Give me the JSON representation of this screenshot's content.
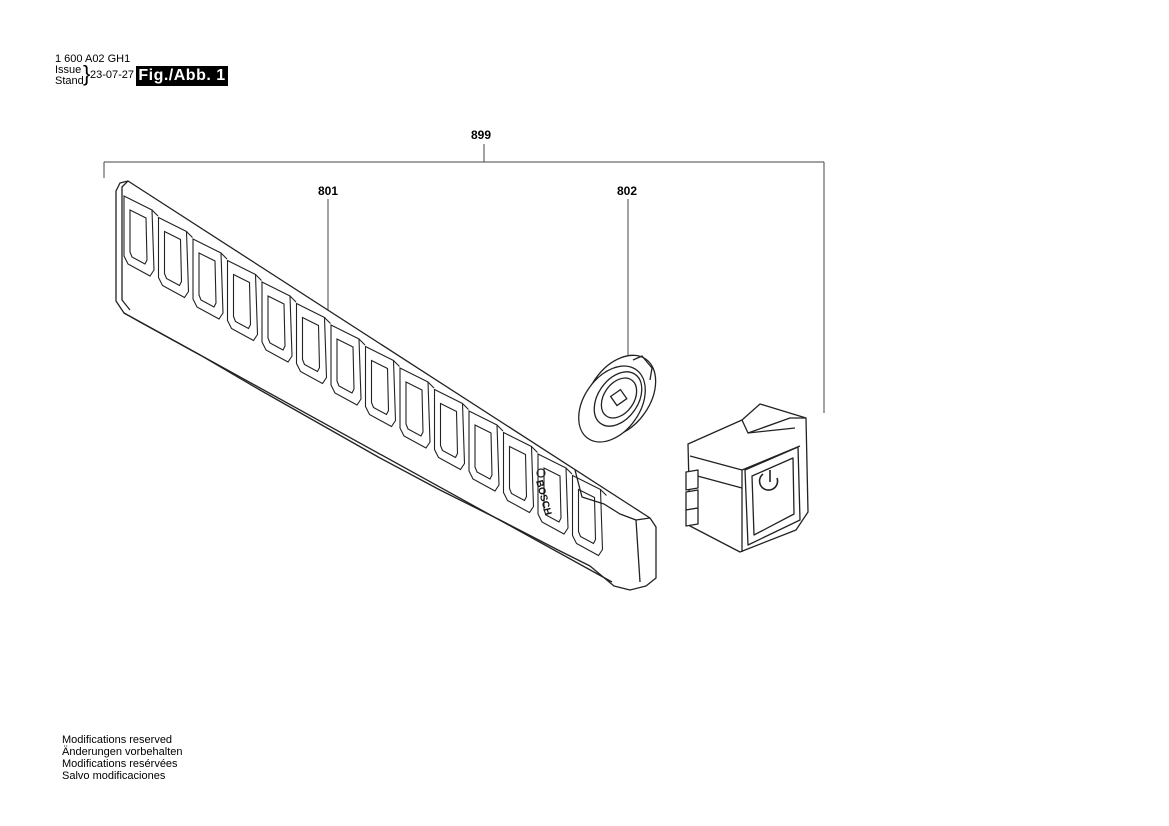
{
  "header": {
    "doc_number": "1 600 A02 GH1",
    "issue_label": "Issue",
    "stand_label": "Stand",
    "date": "23-07-27",
    "figure_label": "Fig./Abb. 1"
  },
  "callouts": {
    "assembly": "899",
    "strap": "801",
    "cap": "802"
  },
  "strap_logo": "BOSCH",
  "footer": {
    "line1": "Modifications reserved",
    "line2": "Änderungen vorbehalten",
    "line3": "Modifications resérvées",
    "line4": "Salvo modificaciones"
  }
}
